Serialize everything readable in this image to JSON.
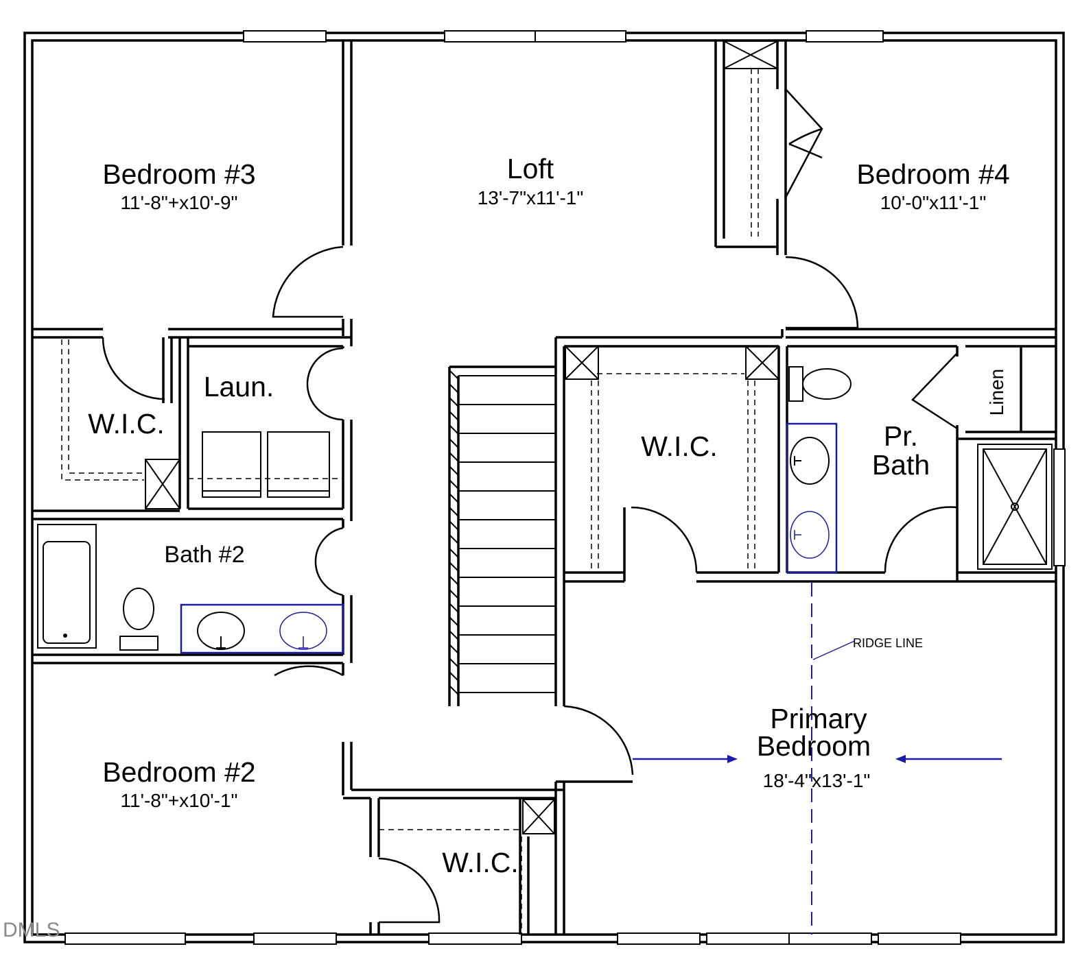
{
  "rooms": {
    "bedroom3": {
      "name": "Bedroom #3",
      "dims": "11'-8\"+x10'-9\""
    },
    "loft": {
      "name": "Loft",
      "dims": "13'-7\"x11'-1\""
    },
    "bedroom4": {
      "name": "Bedroom #4",
      "dims": "10'-0\"x11'-1\""
    },
    "wic_left": {
      "name": "W.I.C."
    },
    "laundry": {
      "name": "Laun."
    },
    "wic_primary": {
      "name": "W.I.C."
    },
    "pr_bath": {
      "line1": "Pr.",
      "line2": "Bath"
    },
    "linen": {
      "name": "Linen"
    },
    "bath2": {
      "name": "Bath #2"
    },
    "bedroom2": {
      "name": "Bedroom #2",
      "dims": "11'-8\"+x10'-1\""
    },
    "primary_bedroom": {
      "line1": "Primary",
      "line2": "Bedroom",
      "dims": "18'-4\"x13'-1\""
    },
    "wic_bottom": {
      "name": "W.I.C."
    }
  },
  "annotations": {
    "ridge_line": "RIDGE LINE"
  },
  "watermark": "DMLS",
  "colors": {
    "walls": "#000000",
    "fixtures_blue": "#1a1aa6",
    "background": "#ffffff"
  }
}
